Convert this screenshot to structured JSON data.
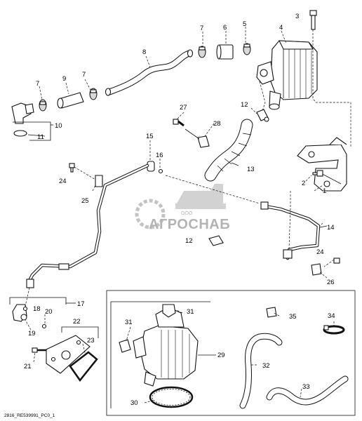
{
  "diagram": {
    "callouts": [
      "1",
      "2",
      "3",
      "4",
      "5",
      "6",
      "7",
      "7",
      "7",
      "8",
      "9",
      "10",
      "11",
      "12",
      "12",
      "13",
      "14",
      "15",
      "16",
      "17",
      "18",
      "19",
      "20",
      "21",
      "22",
      "23",
      "24",
      "24",
      "25",
      "26",
      "27",
      "28",
      "29",
      "30",
      "31",
      "31",
      "32",
      "33",
      "34",
      "35"
    ],
    "footer_code": "2816_RE539991_PC0_1",
    "watermark": {
      "brand": "АГРОСНАБ",
      "prefix": "ООО"
    }
  }
}
